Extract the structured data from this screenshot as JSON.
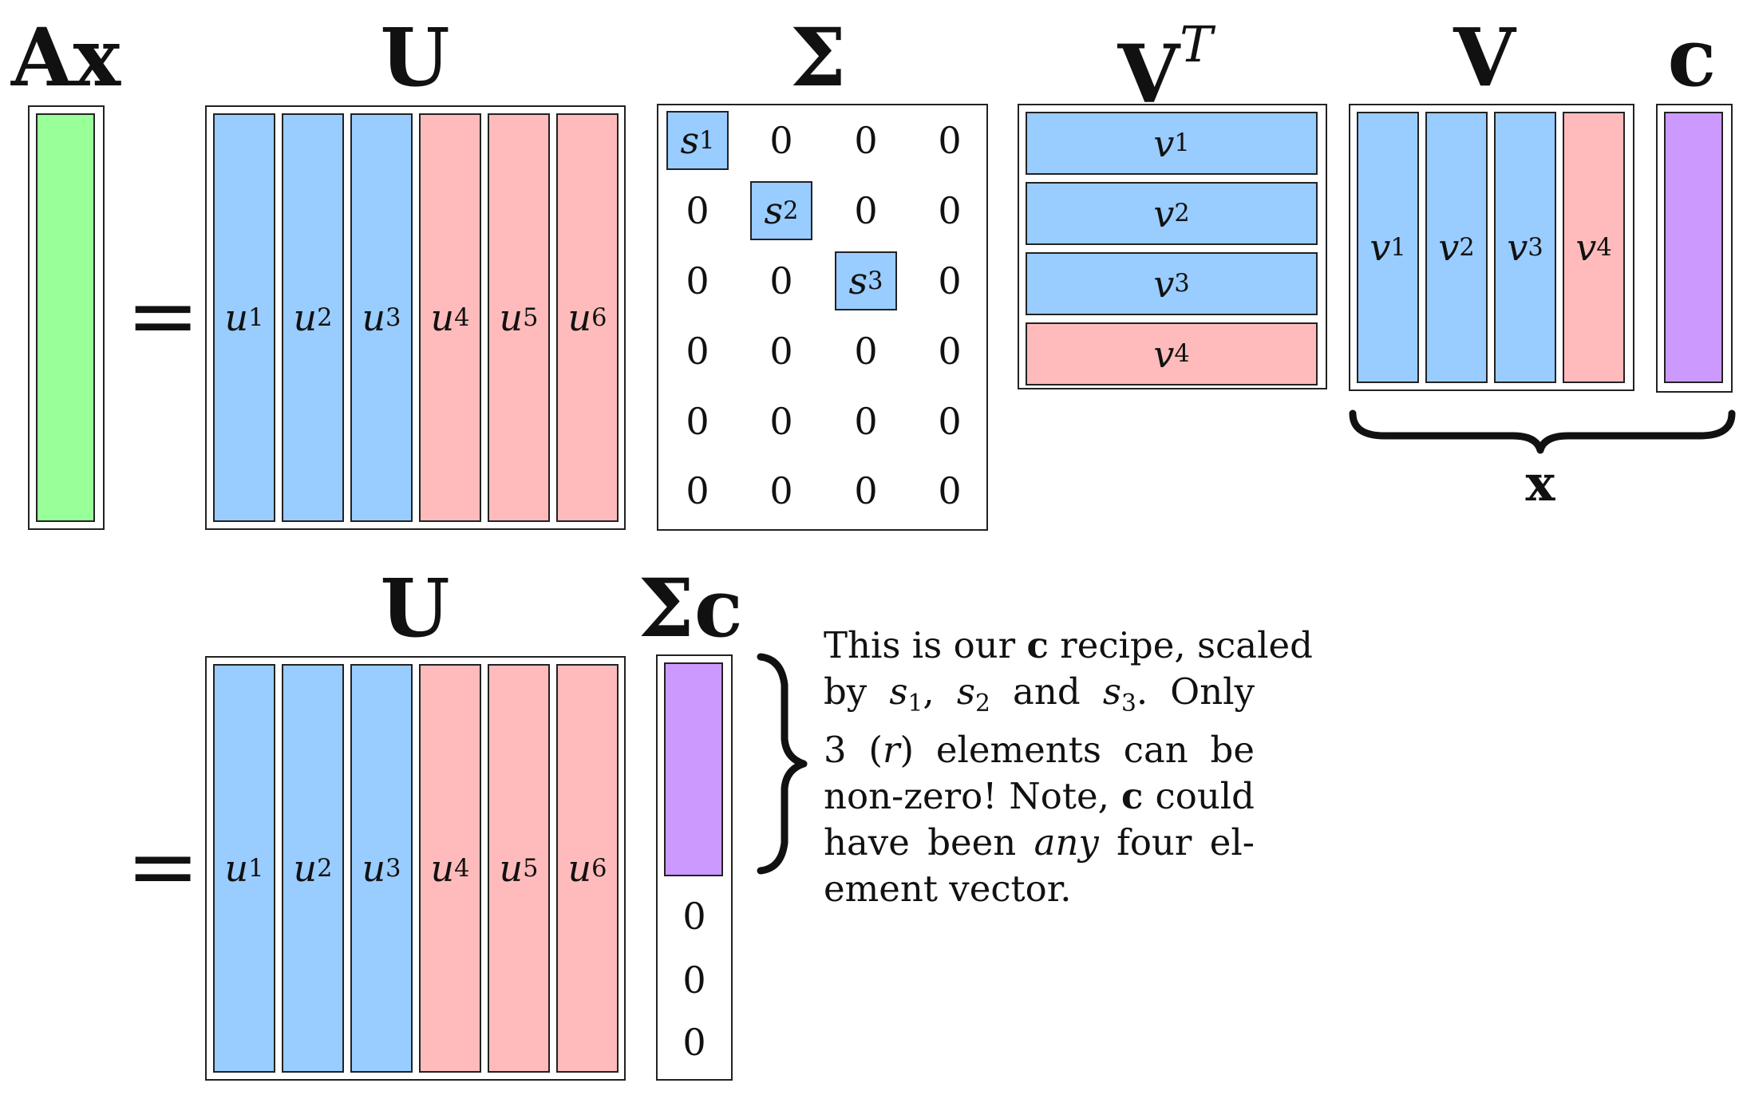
{
  "headings": {
    "ax": "Ax",
    "u_top": "U",
    "sigma": "Σ",
    "vt": "V",
    "vt_sup": "T",
    "v": "V",
    "c": "c",
    "u_bottom": "U",
    "sigma_c": "Σc",
    "x": "x"
  },
  "equals": "=",
  "u_columns": [
    {
      "name": "u",
      "sub": "1",
      "color": "#99ccff"
    },
    {
      "name": "u",
      "sub": "2",
      "color": "#99ccff"
    },
    {
      "name": "u",
      "sub": "3",
      "color": "#99ccff"
    },
    {
      "name": "u",
      "sub": "4",
      "color": "#ffbbbb"
    },
    {
      "name": "u",
      "sub": "5",
      "color": "#ffbbbb"
    },
    {
      "name": "u",
      "sub": "6",
      "color": "#ffbbbb"
    }
  ],
  "sigma_matrix": [
    [
      "s1",
      "0",
      "0",
      "0"
    ],
    [
      "0",
      "s2",
      "0",
      "0"
    ],
    [
      "0",
      "0",
      "s3",
      "0"
    ],
    [
      "0",
      "0",
      "0",
      "0"
    ],
    [
      "0",
      "0",
      "0",
      "0"
    ],
    [
      "0",
      "0",
      "0",
      "0"
    ]
  ],
  "singular_values": [
    {
      "name": "s",
      "sub": "1"
    },
    {
      "name": "s",
      "sub": "2"
    },
    {
      "name": "s",
      "sub": "3"
    }
  ],
  "zero": "0",
  "vt_rows": [
    {
      "name": "v",
      "sub": "1",
      "color": "#99ccff"
    },
    {
      "name": "v",
      "sub": "2",
      "color": "#99ccff"
    },
    {
      "name": "v",
      "sub": "3",
      "color": "#99ccff"
    },
    {
      "name": "v",
      "sub": "4",
      "color": "#ffbbbb"
    }
  ],
  "v_columns": [
    {
      "name": "v",
      "sub": "1",
      "color": "#99ccff"
    },
    {
      "name": "v",
      "sub": "2",
      "color": "#99ccff"
    },
    {
      "name": "v",
      "sub": "3",
      "color": "#99ccff"
    },
    {
      "name": "v",
      "sub": "4",
      "color": "#ffbbbb"
    }
  ],
  "sigma_c_zeros": [
    "0",
    "0",
    "0"
  ],
  "colors": {
    "blue": "#99ccff",
    "red": "#ffbbbb",
    "green": "#99ff99",
    "purple": "#cc99ff"
  },
  "note": {
    "l1_a": "This is our ",
    "l1_bold": "c",
    "l1_b": " recipe, scaled",
    "l2_a": "by ",
    "l2_s1": "s",
    "l2_s1_sub": "1",
    "l2_b": ", ",
    "l2_s2": "s",
    "l2_s2_sub": "2",
    "l2_c": " and ",
    "l2_s3": "s",
    "l2_s3_sub": "3",
    "l2_d": ". Only",
    "l3_a": "3 (",
    "l3_r": "r",
    "l3_b": ") elements can be",
    "l4_a": "non-zero! Note, ",
    "l4_bold": "c",
    "l4_b": " could",
    "l5_a": "have been ",
    "l5_any": "any",
    "l5_b": " four el-",
    "l6": "ement vector."
  }
}
